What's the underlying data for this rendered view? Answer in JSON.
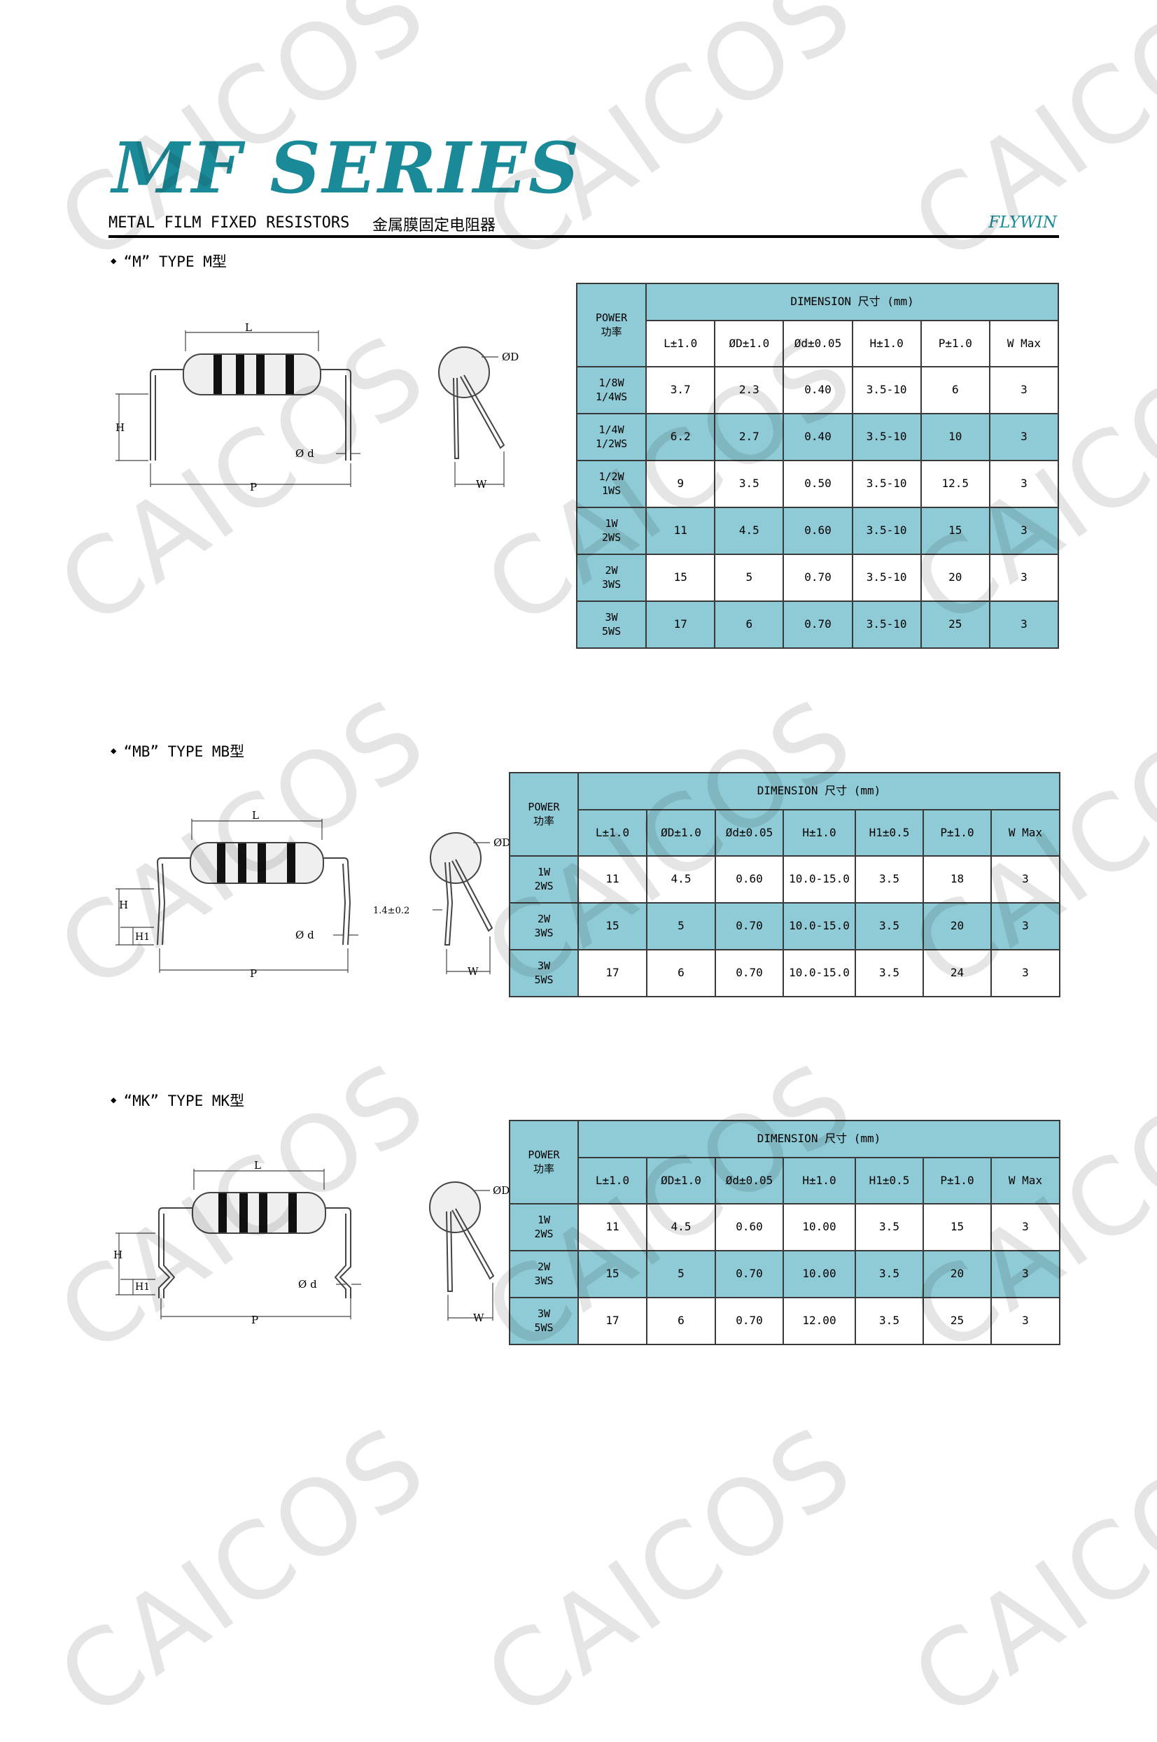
{
  "header": {
    "series_title": "MF SERIES",
    "subtitle_en": "METAL FILM FIXED RESISTORS",
    "subtitle_cn": "金属膜固定电阻器",
    "brand": "FLYWIN",
    "watermark": "CAICOS"
  },
  "colors": {
    "accent": "#1a8a98",
    "table_highlight": "#8ecbd6"
  },
  "sections": [
    {
      "heading": "“M” TYPE M型",
      "diagram_labels": {
        "L": "L",
        "H": "H",
        "d": "Ø d",
        "P": "P",
        "D": "ØD",
        "W": "W"
      },
      "table": {
        "power_label": [
          "POWER",
          "功率"
        ],
        "dimension_label": "DIMENSION 尺寸 (mm)",
        "columns": [
          "L±1.0",
          "ØD±1.0",
          "Ød±0.05",
          "H±1.0",
          "P±1.0",
          "W Max"
        ],
        "rows": [
          {
            "power": [
              "1/8W",
              "1/4WS"
            ],
            "values": [
              "3.7",
              "2.3",
              "0.40",
              "3.5-10",
              "6",
              "3"
            ]
          },
          {
            "power": [
              "1/4W",
              "1/2WS"
            ],
            "values": [
              "6.2",
              "2.7",
              "0.40",
              "3.5-10",
              "10",
              "3"
            ]
          },
          {
            "power": [
              "1/2W",
              "1WS"
            ],
            "values": [
              "9",
              "3.5",
              "0.50",
              "3.5-10",
              "12.5",
              "3"
            ]
          },
          {
            "power": [
              "1W",
              "2WS"
            ],
            "values": [
              "11",
              "4.5",
              "0.60",
              "3.5-10",
              "15",
              "3"
            ]
          },
          {
            "power": [
              "2W",
              "3WS"
            ],
            "values": [
              "15",
              "5",
              "0.70",
              "3.5-10",
              "20",
              "3"
            ]
          },
          {
            "power": [
              "3W",
              "5WS"
            ],
            "values": [
              "17",
              "6",
              "0.70",
              "3.5-10",
              "25",
              "3"
            ]
          }
        ]
      }
    },
    {
      "heading": "“MB” TYPE MB型",
      "diagram_labels": {
        "L": "L",
        "H": "H",
        "H1": "H1",
        "d": "Ø d",
        "P": "P",
        "D": "ØD",
        "W": "W",
        "kink": "1.4±0.2"
      },
      "table": {
        "power_label": [
          "POWER",
          "功率"
        ],
        "dimension_label": "DIMENSION 尺寸 (mm)",
        "columns": [
          "L±1.0",
          "ØD±1.0",
          "Ød±0.05",
          "H±1.0",
          "H1±0.5",
          "P±1.0",
          "W Max"
        ],
        "rows": [
          {
            "power": [
              "1W",
              "2WS"
            ],
            "values": [
              "11",
              "4.5",
              "0.60",
              "10.0-15.0",
              "3.5",
              "18",
              "3"
            ]
          },
          {
            "power": [
              "2W",
              "3WS"
            ],
            "values": [
              "15",
              "5",
              "0.70",
              "10.0-15.0",
              "3.5",
              "20",
              "3"
            ]
          },
          {
            "power": [
              "3W",
              "5WS"
            ],
            "values": [
              "17",
              "6",
              "0.70",
              "10.0-15.0",
              "3.5",
              "24",
              "3"
            ]
          }
        ]
      }
    },
    {
      "heading": "“MK” TYPE MK型",
      "diagram_labels": {
        "L": "L",
        "H": "H",
        "H1": "H1",
        "d": "Ø d",
        "P": "P",
        "D": "ØD",
        "W": "W"
      },
      "table": {
        "power_label": [
          "POWER",
          "功率"
        ],
        "dimension_label": "DIMENSION 尺寸 (mm)",
        "columns": [
          "L±1.0",
          "ØD±1.0",
          "Ød±0.05",
          "H±1.0",
          "H1±0.5",
          "P±1.0",
          "W Max"
        ],
        "rows": [
          {
            "power": [
              "1W",
              "2WS"
            ],
            "values": [
              "11",
              "4.5",
              "0.60",
              "10.00",
              "3.5",
              "15",
              "3"
            ]
          },
          {
            "power": [
              "2W",
              "3WS"
            ],
            "values": [
              "15",
              "5",
              "0.70",
              "10.00",
              "3.5",
              "20",
              "3"
            ]
          },
          {
            "power": [
              "3W",
              "5WS"
            ],
            "values": [
              "17",
              "6",
              "0.70",
              "12.00",
              "3.5",
              "25",
              "3"
            ]
          }
        ]
      }
    }
  ]
}
